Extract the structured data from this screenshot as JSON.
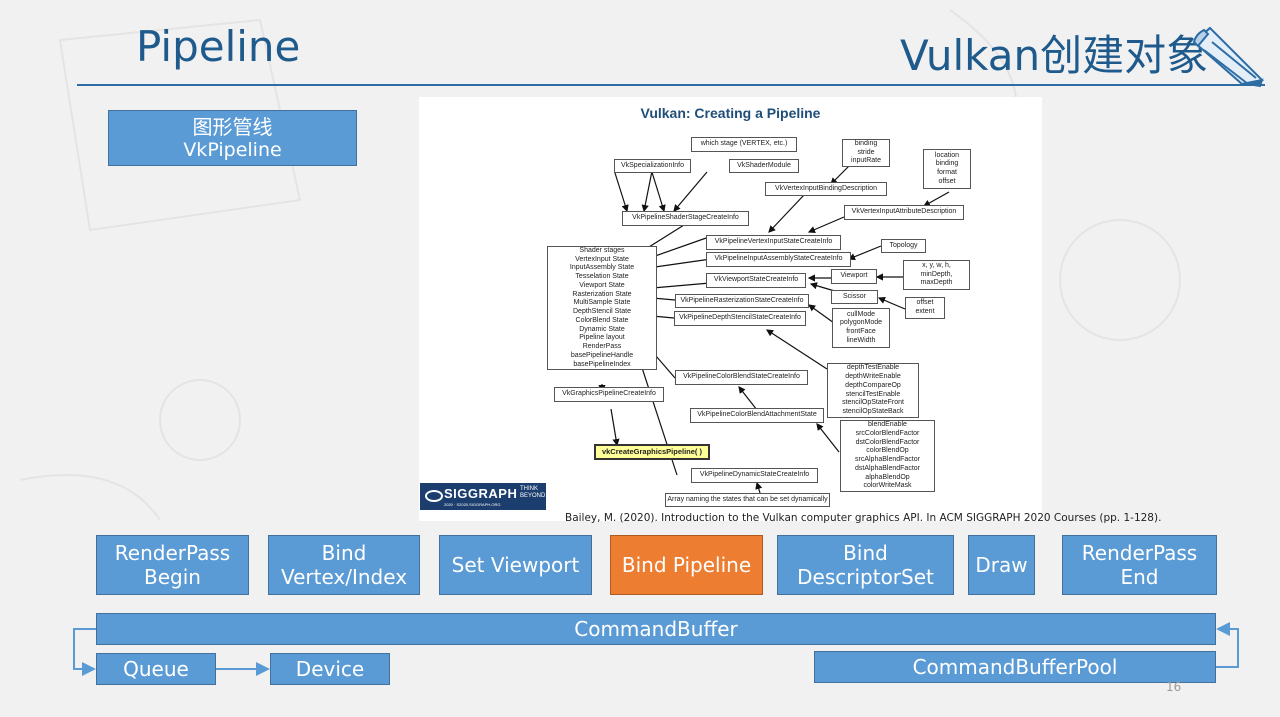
{
  "slide": {
    "title": "Pipeline",
    "title_right": "Vulkan创建对象",
    "page_number": "16",
    "accent_color": "#5b9bd5",
    "highlight_color": "#ed7d31",
    "title_color": "#1e5a8c"
  },
  "pipeline_box": {
    "line1": "图形管线",
    "line2": "VkPipeline"
  },
  "diagram": {
    "title": "Vulkan: Creating a Pipeline",
    "boxes": {
      "which_stage": "which stage (VERTEX, etc.)",
      "specialization": "VkSpecializationInfo",
      "shader_module": "VkShaderModule",
      "binding_fields": "binding\nstride\ninputRate",
      "vertex_binding_desc": "VkVertexInputBindingDescription",
      "attr_fields": "location\nbinding\nformat\noffset",
      "vertex_attr_desc": "VkVertexInputAttributeDescription",
      "shader_stage_ci": "VkPipelineShaderStageCreateInfo",
      "vertex_input_state_ci": "VkPipelineVertexInputStateCreateInfo",
      "topology": "Topology",
      "input_assembly_ci": "VkPipelineInputAssemblyStateCreateInfo",
      "viewport_state_ci": "VkViewportStateCreateInfo",
      "viewport": "Viewport",
      "viewport_fields": "x, y, w, h,\nminDepth,\nmaxDepth",
      "scissor": "Scissor",
      "scissor_fields": "offset\nextent",
      "raster_ci": "VkPipelineRasterizationStateCreateInfo",
      "raster_fields": "cullMode\npolygonMode\nfrontFace\nlineWidth",
      "depth_stencil_ci": "VkPipelineDepthStencilStateCreateInfo",
      "depth_fields": "depthTestEnable\ndepthWriteEnable\ndepthCompareOp\nstencilTestEnable\nstencilOpStateFront\nstencilOpStateBack",
      "state_list": "Shader stages\nVertexInput State\nInputAssembly State\nTesselation State\nViewport State\nRasterization State\nMultiSample State\nDepthStencil State\nColorBlend State\nDynamic State\nPipeline layout\nRenderPass\nbasePipelineHandle\nbasePipelineIndex",
      "color_blend_ci": "VkPipelineColorBlendStateCreateInfo",
      "graphics_pipeline_ci": "VkGraphicsPipelineCreateInfo",
      "color_blend_attach": "VkPipelineColorBlendAttachmentState",
      "blend_fields": "blendEnable\nsrcColorBlendFactor\ndstColorBlendFactor\ncolorBlendOp\nsrcAlphaBlendFactor\ndstAlphaBlendFactor\nalphaBlendOp\ncolorWriteMask",
      "create_pipeline": "vkCreateGraphicsPipeline( )",
      "dynamic_state_ci": "VkPipelineDynamicStateCreateInfo",
      "dynamic_array": "Array naming the states that can be set dynamically"
    },
    "logo": {
      "name": "SIGGRAPH",
      "tagline1": "THINK",
      "tagline2": "BEYOND",
      "sub": "2020 · S2020.SIGGRAPH.ORG"
    }
  },
  "citation": "Bailey, M. (2020). Introduction to the Vulkan computer graphics API. In ACM SIGGRAPH 2020 Courses (pp. 1-128).",
  "commands": [
    {
      "line1": "RenderPass",
      "line2": "Begin",
      "active": false
    },
    {
      "line1": "Bind",
      "line2": "Vertex/Index",
      "active": false
    },
    {
      "line1": "Set Viewport",
      "line2": "",
      "active": false
    },
    {
      "line1": "Bind Pipeline",
      "line2": "",
      "active": true
    },
    {
      "line1": "Bind",
      "line2": "DescriptorSet",
      "active": false
    },
    {
      "line1": "Draw",
      "line2": "",
      "active": false
    },
    {
      "line1": "RenderPass",
      "line2": "End",
      "active": false
    }
  ],
  "bottom": {
    "command_buffer": "CommandBuffer",
    "queue": "Queue",
    "device": "Device",
    "command_buffer_pool": "CommandBufferPool"
  }
}
